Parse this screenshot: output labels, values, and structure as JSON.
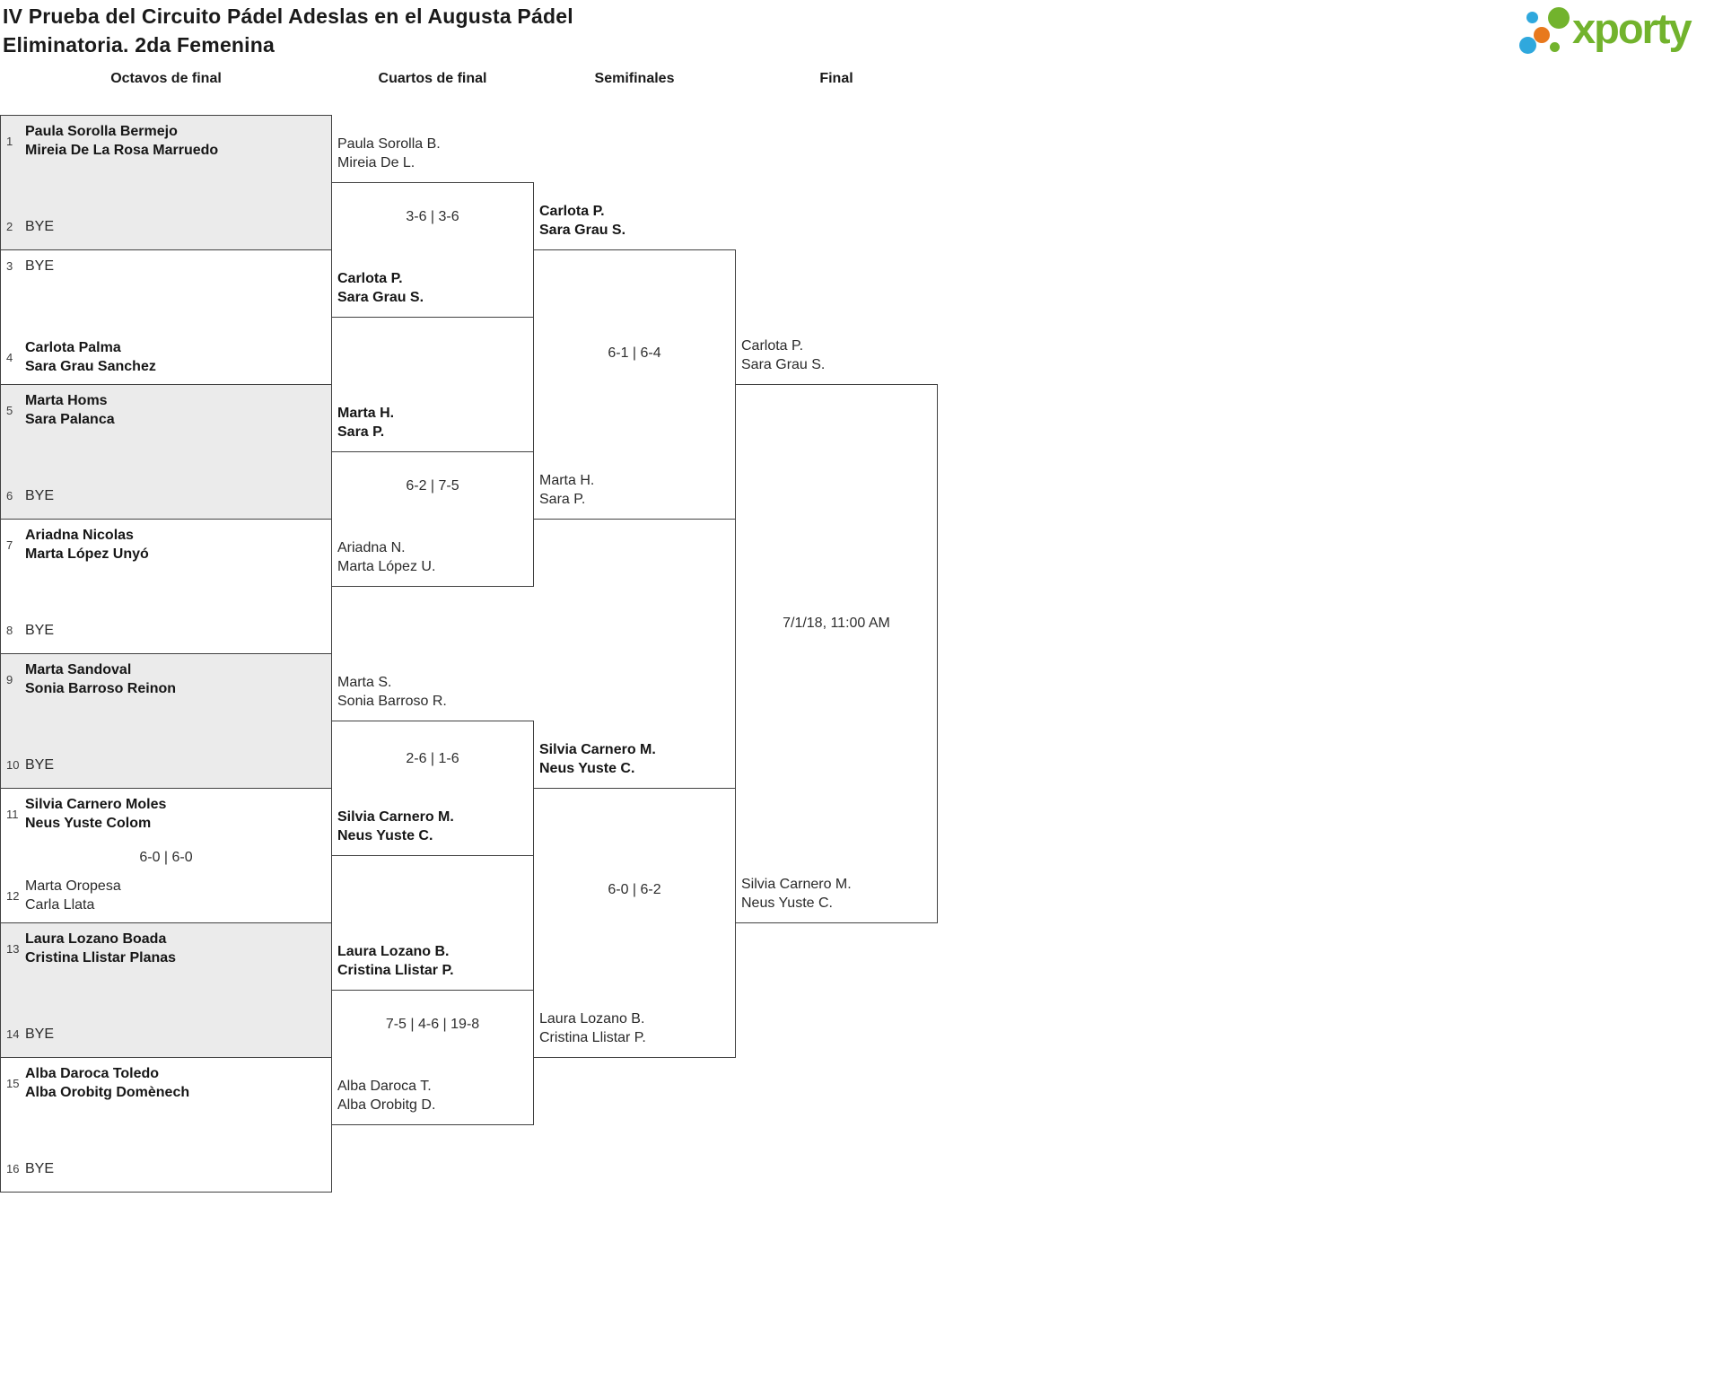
{
  "title": {
    "line1": "IV Prueba del Circuito Pádel Adeslas en el Augusta Pádel",
    "line2": "Eliminatoria. 2da Femenina"
  },
  "logo": {
    "text": "xporty"
  },
  "colors": {
    "brand_green": "#72b32d",
    "brand_blue": "#2fa8dd",
    "brand_orange": "#e8791d",
    "box_fill_gray": "#ebebeb",
    "box_border": "#414141"
  },
  "rounds": {
    "headers": [
      "Octavos de final",
      "Cuartos de final",
      "Semifinales",
      "Final"
    ]
  },
  "octavos": [
    {
      "top": {
        "seed": "1",
        "l1": "Paula Sorolla Bermejo",
        "l2": "Mireia De La Rosa Marruedo"
      },
      "bottom": {
        "seed": "2",
        "l1": "BYE"
      }
    },
    {
      "top": {
        "seed": "3",
        "l1": "BYE"
      },
      "bottom": {
        "seed": "4",
        "l1": "Carlota Palma",
        "l2": "Sara Grau Sanchez"
      }
    },
    {
      "top": {
        "seed": "5",
        "l1": "Marta Homs",
        "l2": "Sara Palanca"
      },
      "bottom": {
        "seed": "6",
        "l1": "BYE"
      }
    },
    {
      "top": {
        "seed": "7",
        "l1": "Ariadna Nicolas",
        "l2": "Marta López Unyó"
      },
      "bottom": {
        "seed": "8",
        "l1": "BYE"
      }
    },
    {
      "top": {
        "seed": "9",
        "l1": "Marta Sandoval",
        "l2": "Sonia Barroso Reinon"
      },
      "bottom": {
        "seed": "10",
        "l1": "BYE"
      }
    },
    {
      "top": {
        "seed": "11",
        "l1": "Silvia Carnero Moles",
        "l2": "Neus Yuste Colom"
      },
      "score": "6-0 | 6-0",
      "bottom": {
        "seed": "12",
        "l1": "Marta Oropesa",
        "l2": "Carla Llata"
      }
    },
    {
      "top": {
        "seed": "13",
        "l1": "Laura Lozano Boada",
        "l2": "Cristina Llistar Planas"
      },
      "bottom": {
        "seed": "14",
        "l1": "BYE"
      }
    },
    {
      "top": {
        "seed": "15",
        "l1": "Alba Daroca Toledo",
        "l2": "Alba Orobitg Domènech"
      },
      "bottom": {
        "seed": "16",
        "l1": "BYE"
      }
    }
  ],
  "cuartos": [
    {
      "p1": {
        "l1": "Paula Sorolla B.",
        "l2": "Mireia De L."
      },
      "p2": {
        "l1": "Carlota P.",
        "l2": "Sara Grau S."
      },
      "score": "3-6 | 3-6"
    },
    {
      "p1": {
        "l1": "Marta H.",
        "l2": "Sara P."
      },
      "p2": {
        "l1": "Ariadna N.",
        "l2": "Marta López U."
      },
      "score": "6-2 | 7-5"
    },
    {
      "p1": {
        "l1": "Marta S.",
        "l2": "Sonia Barroso R."
      },
      "p2": {
        "l1": "Silvia Carnero M.",
        "l2": "Neus Yuste C."
      },
      "score": "2-6 | 1-6"
    },
    {
      "p1": {
        "l1": "Laura Lozano B.",
        "l2": "Cristina Llistar P."
      },
      "p2": {
        "l1": "Alba Daroca T.",
        "l2": "Alba Orobitg D."
      },
      "score": "7-5 | 4-6 | 19-8"
    }
  ],
  "semifinales": [
    {
      "p1": {
        "l1": "Carlota P.",
        "l2": "Sara Grau S."
      },
      "p2": {
        "l1": "Marta H.",
        "l2": "Sara P."
      },
      "score": "6-1 | 6-4"
    },
    {
      "p1": {
        "l1": "Silvia Carnero M.",
        "l2": "Neus Yuste C."
      },
      "p2": {
        "l1": "Laura Lozano B.",
        "l2": "Cristina Llistar P."
      },
      "score": "6-0 | 6-2"
    }
  ],
  "final": [
    {
      "p1": {
        "l1": "Carlota P.",
        "l2": "Sara Grau S."
      },
      "p2": {
        "l1": "Silvia Carnero M.",
        "l2": "Neus Yuste C."
      },
      "schedule": "7/1/18, 11:00 AM"
    }
  ]
}
